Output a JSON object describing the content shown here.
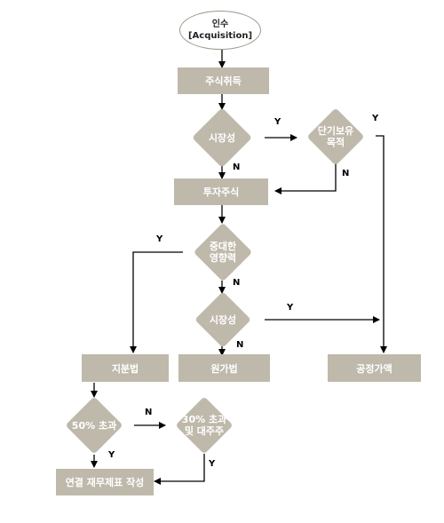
{
  "start": {
    "line1": "인수",
    "line2": "[Acquisition]"
  },
  "nodes": {
    "stock_acquisition": "주식취득",
    "market_check_1": "시장성",
    "short_term_holding": "단기보유\n목적",
    "investment_stock": "투자주식",
    "significant_influence": "중대한\n영향력",
    "market_check_2": "시장성",
    "equity_method": "지분법",
    "cost_method": "원가법",
    "fair_value": "공정가액",
    "over_50": "50% 초과",
    "over_30_major": "30% 초과\n및 대주주",
    "consolidated": "연결 재무제표 작성"
  },
  "edge_labels": {
    "yes": "Y",
    "no": "N"
  },
  "colors": {
    "node_fill": "#bfb9ab",
    "line": "#000000"
  }
}
